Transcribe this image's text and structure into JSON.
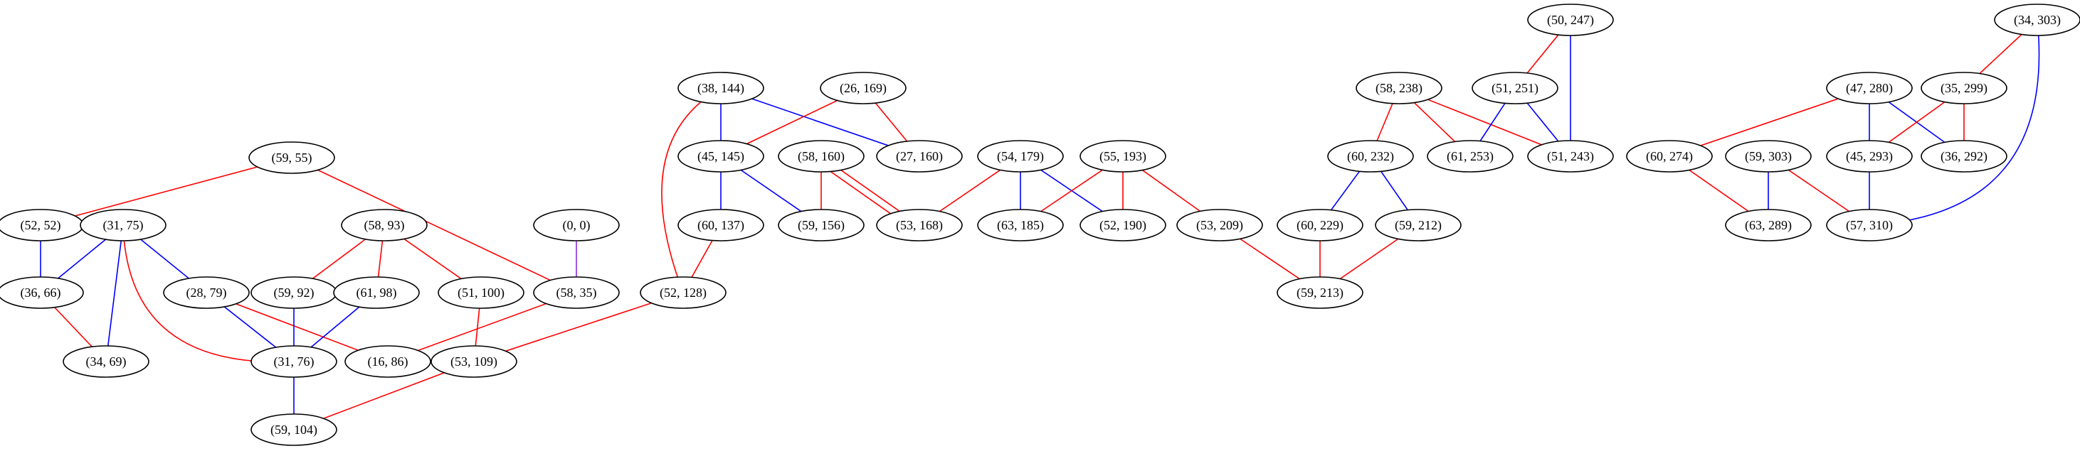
{
  "colors": {
    "red": "#ff0000",
    "blue": "#0000ff",
    "node_border": "#000000",
    "background": "#ffffff"
  },
  "nodes": [
    {
      "id": "n_59_55",
      "label": "(59, 55)"
    },
    {
      "id": "n_52_52",
      "label": "(52, 52)"
    },
    {
      "id": "n_31_75",
      "label": "(31, 75)"
    },
    {
      "id": "n_36_66",
      "label": "(36, 66)"
    },
    {
      "id": "n_34_69",
      "label": "(34, 69)"
    },
    {
      "id": "n_28_79",
      "label": "(28, 79)"
    },
    {
      "id": "n_58_93",
      "label": "(58, 93)"
    },
    {
      "id": "n_59_92",
      "label": "(59, 92)"
    },
    {
      "id": "n_61_98",
      "label": "(61, 98)"
    },
    {
      "id": "n_31_76",
      "label": "(31, 76)"
    },
    {
      "id": "n_16_86",
      "label": "(16, 86)"
    },
    {
      "id": "n_51_100",
      "label": "(51, 100)"
    },
    {
      "id": "n_53_109",
      "label": "(53, 109)"
    },
    {
      "id": "n_59_104",
      "label": "(59, 104)"
    },
    {
      "id": "n_0_0",
      "label": "(0, 0)"
    },
    {
      "id": "n_58_35",
      "label": "(58, 35)"
    },
    {
      "id": "n_38_144",
      "label": "(38, 144)"
    },
    {
      "id": "n_26_169",
      "label": "(26, 169)"
    },
    {
      "id": "n_45_145",
      "label": "(45, 145)"
    },
    {
      "id": "n_27_160",
      "label": "(27, 160)"
    },
    {
      "id": "n_58_160",
      "label": "(58, 160)"
    },
    {
      "id": "n_60_137",
      "label": "(60, 137)"
    },
    {
      "id": "n_59_156",
      "label": "(59, 156)"
    },
    {
      "id": "n_53_168",
      "label": "(53, 168)"
    },
    {
      "id": "n_52_128",
      "label": "(52, 128)"
    },
    {
      "id": "n_54_179",
      "label": "(54, 179)"
    },
    {
      "id": "n_55_193",
      "label": "(55, 193)"
    },
    {
      "id": "n_63_185",
      "label": "(63, 185)"
    },
    {
      "id": "n_52_190",
      "label": "(52, 190)"
    },
    {
      "id": "n_53_209",
      "label": "(53, 209)"
    },
    {
      "id": "n_58_238",
      "label": "(58, 238)"
    },
    {
      "id": "n_60_232",
      "label": "(60, 232)"
    },
    {
      "id": "n_60_229",
      "label": "(60, 229)"
    },
    {
      "id": "n_59_212",
      "label": "(59, 212)"
    },
    {
      "id": "n_59_213",
      "label": "(59, 213)"
    },
    {
      "id": "n_50_247",
      "label": "(50, 247)"
    },
    {
      "id": "n_51_251",
      "label": "(51, 251)"
    },
    {
      "id": "n_61_253",
      "label": "(61, 253)"
    },
    {
      "id": "n_51_243",
      "label": "(51, 243)"
    },
    {
      "id": "n_47_280",
      "label": "(47, 280)"
    },
    {
      "id": "n_34_303",
      "label": "(34, 303)"
    },
    {
      "id": "n_35_299",
      "label": "(35, 299)"
    },
    {
      "id": "n_60_274",
      "label": "(60, 274)"
    },
    {
      "id": "n_59_303",
      "label": "(59, 303)"
    },
    {
      "id": "n_45_293",
      "label": "(45, 293)"
    },
    {
      "id": "n_36_292",
      "label": "(36, 292)"
    },
    {
      "id": "n_63_289",
      "label": "(63, 289)"
    },
    {
      "id": "n_57_310",
      "label": "(57, 310)"
    }
  ],
  "edges": [
    {
      "from": "n_59_55",
      "to": "n_52_52",
      "color": "red"
    },
    {
      "from": "n_59_55",
      "to": "n_58_35",
      "color": "red"
    },
    {
      "from": "n_52_52",
      "to": "n_36_66",
      "color": "blue"
    },
    {
      "from": "n_31_75",
      "to": "n_36_66",
      "color": "blue"
    },
    {
      "from": "n_31_75",
      "to": "n_34_69",
      "color": "blue"
    },
    {
      "from": "n_31_75",
      "to": "n_28_79",
      "color": "blue"
    },
    {
      "from": "n_31_75",
      "to": "n_31_76",
      "color": "red"
    },
    {
      "from": "n_36_66",
      "to": "n_34_69",
      "color": "red"
    },
    {
      "from": "n_28_79",
      "to": "n_31_76",
      "color": "blue"
    },
    {
      "from": "n_28_79",
      "to": "n_16_86",
      "color": "red"
    },
    {
      "from": "n_58_93",
      "to": "n_59_92",
      "color": "red"
    },
    {
      "from": "n_58_93",
      "to": "n_61_98",
      "color": "red"
    },
    {
      "from": "n_58_93",
      "to": "n_51_100",
      "color": "red"
    },
    {
      "from": "n_59_92",
      "to": "n_31_76",
      "color": "blue"
    },
    {
      "from": "n_61_98",
      "to": "n_31_76",
      "color": "blue"
    },
    {
      "from": "n_31_76",
      "to": "n_59_104",
      "color": "blue"
    },
    {
      "from": "n_51_100",
      "to": "n_53_109",
      "color": "red"
    },
    {
      "from": "n_53_109",
      "to": "n_59_104",
      "color": "red"
    },
    {
      "from": "n_0_0",
      "to": "n_58_35",
      "color": "purple"
    },
    {
      "from": "n_58_35",
      "to": "n_16_86",
      "color": "red"
    },
    {
      "from": "n_38_144",
      "to": "n_45_145",
      "color": "blue"
    },
    {
      "from": "n_38_144",
      "to": "n_27_160",
      "color": "blue"
    },
    {
      "from": "n_38_144",
      "to": "n_52_128",
      "color": "red"
    },
    {
      "from": "n_26_169",
      "to": "n_45_145",
      "color": "red"
    },
    {
      "from": "n_26_169",
      "to": "n_27_160",
      "color": "red"
    },
    {
      "from": "n_45_145",
      "to": "n_60_137",
      "color": "blue"
    },
    {
      "from": "n_45_145",
      "to": "n_59_156",
      "color": "blue"
    },
    {
      "from": "n_58_160",
      "to": "n_59_156",
      "color": "red"
    },
    {
      "from": "n_58_160",
      "to": "n_53_168",
      "color": "red"
    },
    {
      "from": "n_58_160",
      "to": "n_53_168",
      "color": "red"
    },
    {
      "from": "n_60_137",
      "to": "n_52_128",
      "color": "red"
    },
    {
      "from": "n_52_128",
      "to": "n_53_109",
      "color": "red"
    },
    {
      "from": "n_54_179",
      "to": "n_53_168",
      "color": "red"
    },
    {
      "from": "n_54_179",
      "to": "n_63_185",
      "color": "blue"
    },
    {
      "from": "n_54_179",
      "to": "n_52_190",
      "color": "blue"
    },
    {
      "from": "n_55_193",
      "to": "n_63_185",
      "color": "red"
    },
    {
      "from": "n_55_193",
      "to": "n_52_190",
      "color": "red"
    },
    {
      "from": "n_55_193",
      "to": "n_53_209",
      "color": "red"
    },
    {
      "from": "n_53_209",
      "to": "n_59_213",
      "color": "red"
    },
    {
      "from": "n_58_238",
      "to": "n_60_232",
      "color": "red"
    },
    {
      "from": "n_58_238",
      "to": "n_61_253",
      "color": "red"
    },
    {
      "from": "n_58_238",
      "to": "n_51_243",
      "color": "red"
    },
    {
      "from": "n_60_232",
      "to": "n_60_229",
      "color": "blue"
    },
    {
      "from": "n_60_232",
      "to": "n_59_212",
      "color": "blue"
    },
    {
      "from": "n_60_229",
      "to": "n_59_213",
      "color": "red"
    },
    {
      "from": "n_59_212",
      "to": "n_59_213",
      "color": "red"
    },
    {
      "from": "n_50_247",
      "to": "n_51_251",
      "color": "red"
    },
    {
      "from": "n_50_247",
      "to": "n_51_243",
      "color": "blue"
    },
    {
      "from": "n_51_251",
      "to": "n_61_253",
      "color": "blue"
    },
    {
      "from": "n_51_251",
      "to": "n_51_243",
      "color": "blue"
    },
    {
      "from": "n_47_280",
      "to": "n_60_274",
      "color": "red"
    },
    {
      "from": "n_47_280",
      "to": "n_45_293",
      "color": "blue"
    },
    {
      "from": "n_47_280",
      "to": "n_36_292",
      "color": "blue"
    },
    {
      "from": "n_34_303",
      "to": "n_35_299",
      "color": "red"
    },
    {
      "from": "n_34_303",
      "to": "n_57_310",
      "color": "blue"
    },
    {
      "from": "n_35_299",
      "to": "n_45_293",
      "color": "red"
    },
    {
      "from": "n_35_299",
      "to": "n_36_292",
      "color": "red"
    },
    {
      "from": "n_60_274",
      "to": "n_63_289",
      "color": "red"
    },
    {
      "from": "n_59_303",
      "to": "n_63_289",
      "color": "blue"
    },
    {
      "from": "n_59_303",
      "to": "n_57_310",
      "color": "red"
    },
    {
      "from": "n_45_293",
      "to": "n_57_310",
      "color": "blue"
    }
  ]
}
